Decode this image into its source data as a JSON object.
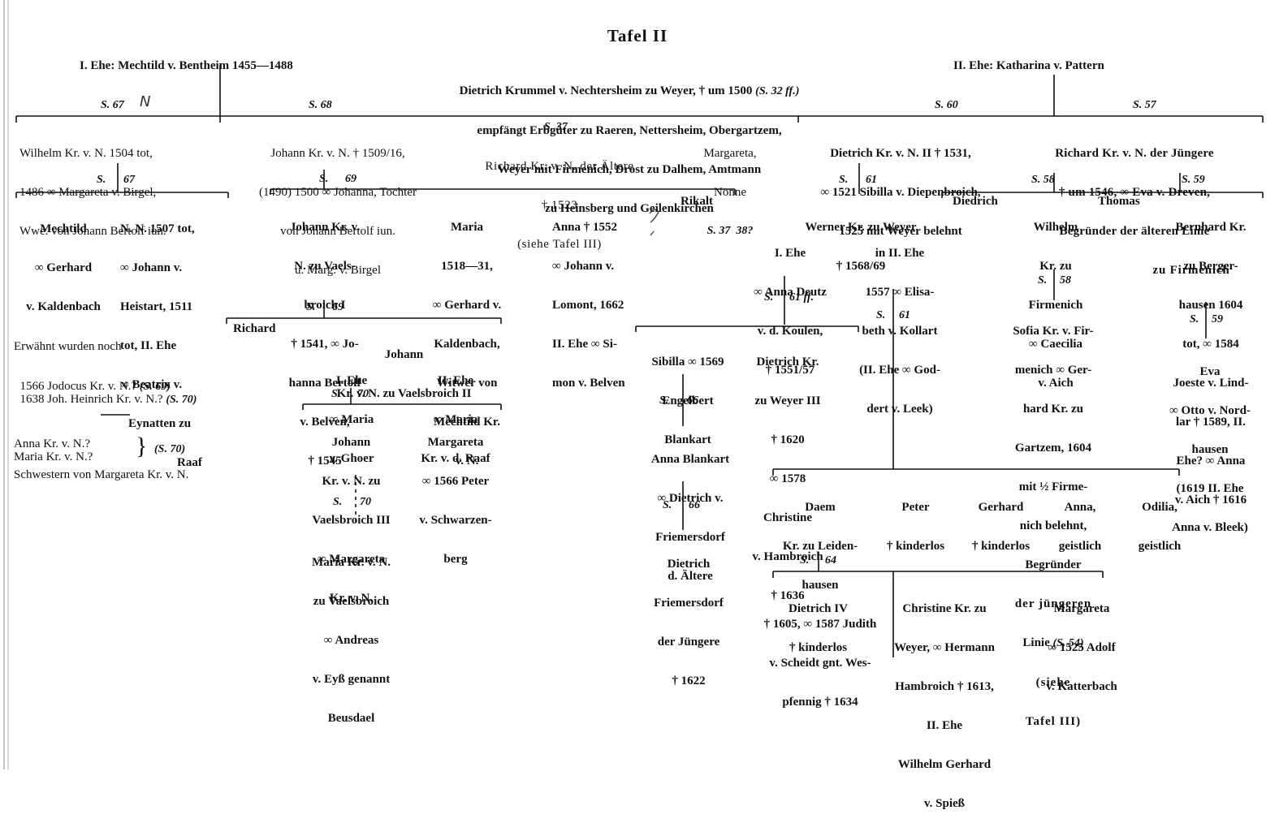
{
  "title": "Tafel II",
  "header": {
    "left": "I. Ehe: Mechtild v. Bentheim 1455—1488",
    "center": [
      "Dietrich Krummel v. Nechtersheim zu Weyer, † um 1500",
      "empfängt Erbgüter zu Raeren, Nettersheim, Obergartzem,",
      "Weyer mit Firmenich, Drost zu Dalhem, Amtmann",
      "zu Heinsberg und Geilenkirchen"
    ],
    "center_ref": "(S. 32 ff.)",
    "right": "II. Ehe: Katharina v. Pattern"
  },
  "refs": {
    "s67a": "S. 67",
    "s67a_note": "N",
    "s68": "S. 68",
    "s60": "S. 60",
    "s57": "S. 57",
    "s37": "S. 37",
    "s37_38": "S. 37  38?",
    "s67b": "S.",
    "s67b_n": "67",
    "s69a": "S.",
    "s69a_n": "69",
    "s61": "S.",
    "s61_n": "61",
    "s58": "S. 58",
    "s59": "S. 59",
    "s69b": "S.",
    "s69b_n": "69",
    "s61ff": "S.",
    "s61ff_n": "61 ff.",
    "s61b": "S.",
    "s61b_n": "61",
    "s58b": "S.",
    "s58b_n": "58",
    "s59b": "S.",
    "s59b_n": "59",
    "s70a": "S.",
    "s70a_n": "70",
    "s66a": "S.",
    "s66a_n": "66",
    "s66b": "S.",
    "s66b_n": "66",
    "s70b": "S.",
    "s70b_n": "70",
    "s64": "S.",
    "s64_n": "64"
  },
  "persons": {
    "wilhelm": [
      "Wilhelm Kr. v. N. 1504 tot,",
      "1486 ∞ Margareta v. Birgel,",
      "Wwe. von Johann Bertolf iun."
    ],
    "johann1": [
      "Johann Kr. v. N. † 1509/16,",
      "(1490) 1500 ∞ Johanna, Tochter",
      "von Johann Bertolf iun.",
      "u. Marg. v. Birgel"
    ],
    "richard_aeltere": [
      "Richard Kr. v. N. der Ältere",
      "† 1523",
      "(siehe Tafel III)"
    ],
    "margareta_nonne": [
      "Margareta,",
      "Nonne"
    ],
    "dietrich2": [
      "Dietrich Kr. v. N. II † 1531,",
      "∞ 1521 Sibilla v. Diepenbroich,",
      "1525 mit Weyer belehnt"
    ],
    "richard_juengere": [
      "Richard Kr. v. N. der Jüngere",
      "† um 1546, ∞ Eva v. Dreven,",
      "Begründer der älteren Linie",
      "zu Firmenich"
    ],
    "mechtild": [
      "Mechtild",
      "∞ Gerhard",
      "v. Kaldenbach"
    ],
    "nn1507": [
      "N. N. 1507 tot,",
      "∞ Johann v.",
      "Heistart, 1511",
      "tot, II. Ehe",
      "∞ Beatrix v.",
      "Eynatten zu",
      "Raaf"
    ],
    "johann_vaelsbroich1": [
      "Johann Kr. v.",
      "N. zu Vaels-",
      "broich I",
      "† 1541, ∞ Jo-",
      "hanna Bertolf",
      "v. Belven,",
      "† 1545"
    ],
    "maria1518": [
      "Maria",
      "1518—31,",
      "∞ Gerhard v.",
      "Kaldenbach,",
      "Witwer von",
      "Mechtild Kr.",
      "v. N."
    ],
    "anna1552": [
      "Anna † 1552",
      "∞ Johann v.",
      "Lomont, 1662",
      "II. Ehe ∞ Si-",
      "mon v. Belven"
    ],
    "rikalt": "Rikalt",
    "werner": [
      "Werner Kr. zu Weyer",
      "† 1568/69"
    ],
    "werner_ehe1": [
      "I. Ehe",
      "∞ Anna Deutz",
      "v. d. Koulen,",
      "† 1551/57"
    ],
    "werner_ehe2": [
      "in II. Ehe",
      "1557 ∞ Elisa-",
      "beth v. Kollart",
      "(II. Ehe ∞ God-",
      "dert v. Leek)"
    ],
    "diedrich": "Diedrich",
    "wilhelm_firmenich": [
      "Wilhelm",
      "Kr. zu",
      "Firmenich",
      "∞ Caecilia",
      "v. Aich"
    ],
    "thomas": "Thomas",
    "bernhard": [
      "Bernhard Kr.",
      "zu Berger-",
      "hausen 1604",
      "tot, ∞ 1584",
      "Joeste v. Lind-",
      "lar † 1589, II.",
      "Ehe? ∞ Anna",
      "v. Aich † 1616"
    ],
    "sofia": [
      "Sofia Kr. v. Fir-",
      "menich ∞ Ger-",
      "hard Kr. zu",
      "Gartzem, 1604",
      "mit ½ Firme-",
      "nich belehnt,",
      "Begründer",
      "der jüngeren",
      "Linie"
    ],
    "sofia_ref": "(S. 54)",
    "sofia_tail": [
      "(siehe",
      "Tafel III)"
    ],
    "eva": [
      "Eva",
      "∞ Otto v. Nord-",
      "hausen",
      "(1619 II. Ehe",
      "Anna v. Bleek)"
    ],
    "richard2": "Richard",
    "johann_vaelsbroich2": [
      "Johann",
      "Kr. v. N. zu Vaelsbroich II"
    ],
    "jv2_ehe1": [
      "I. Ehe",
      "∞ Maria",
      "v. Ghoer"
    ],
    "jv2_ehe2": [
      "II. Ehe",
      "∞ Maria",
      "Kr. v. d. Raaf"
    ],
    "sibilla": [
      "Sibilla ∞ 1569",
      "Engelbert",
      "Blankart"
    ],
    "dietrich3": [
      "Dietrich Kr.",
      "zu Weyer III",
      "† 1620",
      "∞ 1578",
      "Christine",
      "v. Hambroich",
      "† 1636"
    ],
    "johann3": [
      "Johann",
      "Kr. v. N. zu",
      "Vaelsbroich III",
      "∞ Margareta",
      "Kr. v. N."
    ],
    "margareta1566": [
      "Margareta",
      "∞ 1566 Peter",
      "v. Schwarzen-",
      "berg"
    ],
    "anna_blankart": [
      "Anna Blankart",
      "∞ Dietrich v.",
      "Friemersdorf",
      "d. Ältere"
    ],
    "maria_vaelsbroich": [
      "Maria Kr. v. N.",
      "zu Vaelsbroich",
      "∞ Andreas",
      "v. Eyß genannt",
      "Beusdael"
    ],
    "dietrich_juengere": [
      "Dietrich",
      "Friemersdorf",
      "der Jüngere",
      "† 1622"
    ],
    "daem": [
      "Daem",
      "Kr. zu Leiden-",
      "hausen",
      "† 1605, ∞ 1587 Judith",
      "v. Scheidt gnt. Wes-",
      "pfennig † 1634"
    ],
    "peter": [
      "Peter",
      "† kinderlos"
    ],
    "gerhard": [
      "Gerhard",
      "† kinderlos"
    ],
    "anna_geistlich": [
      "Anna,",
      "geistlich"
    ],
    "odilia": [
      "Odilia,",
      "geistlich"
    ],
    "dietrich4": [
      "Dietrich IV",
      "† kinderlos"
    ],
    "christine": [
      "Christine Kr. zu",
      "Weyer, ∞ Hermann",
      "Hambroich † 1613,",
      "II. Ehe",
      "Wilhelm Gerhard",
      "v. Spieß"
    ],
    "margareta1525": [
      "Margareta",
      "∞ 1525 Adolf",
      "v. Katterbach"
    ]
  },
  "notes": {
    "erwaehnt": "Erwähnt wurden noch",
    "jodocus": "1566 Jodocus Kr. v. N.?",
    "jodocus_ref": "(S. 69)",
    "heinrich": "1638 Joh. Heinrich Kr. v. N.?",
    "heinrich_ref": "(S. 70)",
    "anna_n": "Anna Kr. v. N.?",
    "maria_n": "Maria Kr. v. N.?",
    "brace": "}",
    "sisters_ref": "(S. 70)",
    "schwestern": "Schwestern von Margareta Kr. v. N."
  }
}
